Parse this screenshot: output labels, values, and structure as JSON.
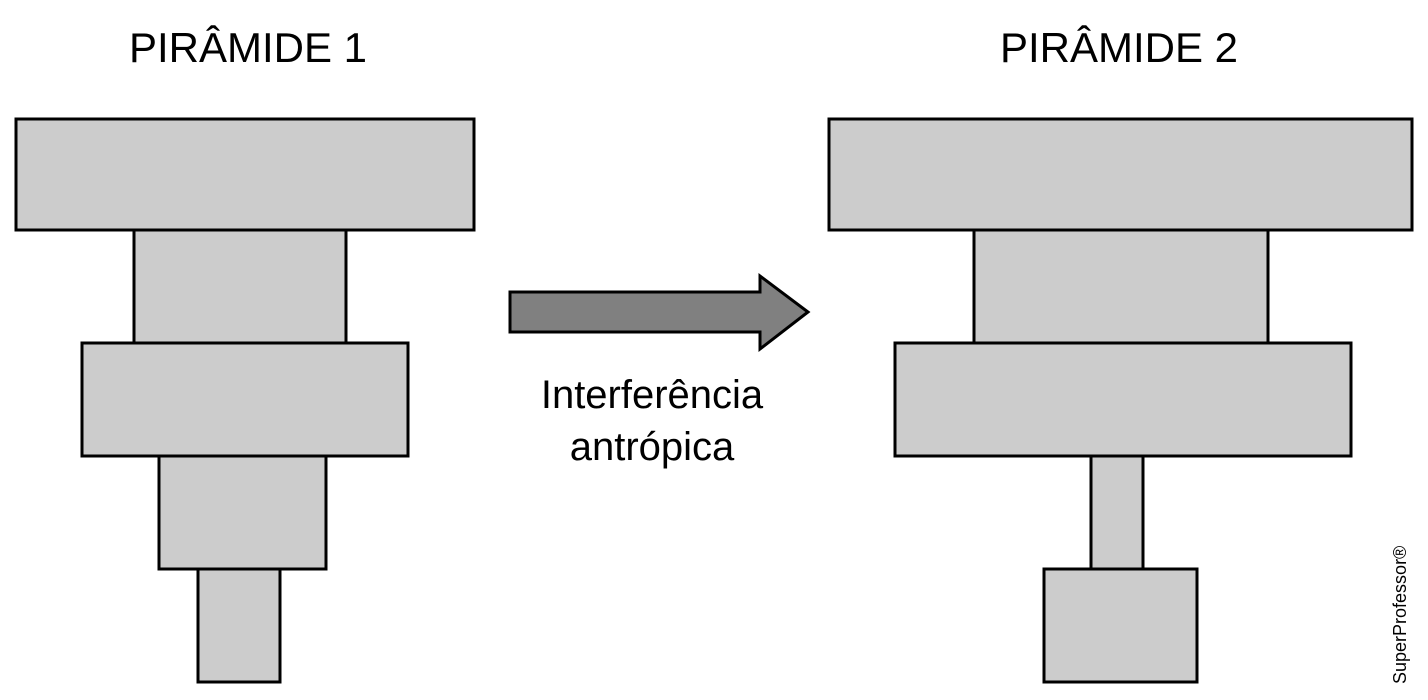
{
  "colors": {
    "block_fill": "#cccccc",
    "arrow_fill": "#808080",
    "outline": "#000000"
  },
  "pyramid_1": {
    "title": "PIRÂMIDE 1"
  },
  "pyramid_2": {
    "title": "PIRÂMIDE 2"
  },
  "arrow": {
    "direction": "right",
    "caption_line1": "Interferência",
    "caption_line2": "antrópica"
  },
  "watermark": "SuperProfessor®"
}
